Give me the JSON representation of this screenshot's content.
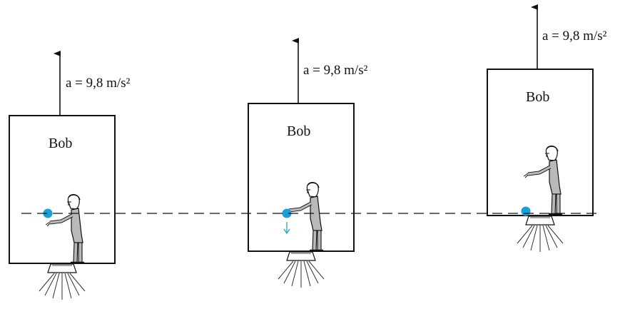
{
  "frames": [
    {
      "acceleration_label": "a = 9,8 m/s²",
      "person_label": "Bob"
    },
    {
      "acceleration_label": "a = 9,8 m/s²",
      "person_label": "Bob"
    },
    {
      "acceleration_label": "a = 9,8 m/s²",
      "person_label": "Bob"
    }
  ],
  "colors": {
    "ball": "#1a9fd8",
    "outline": "#111111",
    "person_fill": "#b9b9b9"
  },
  "icons": {
    "ball": "ball-icon",
    "person": "person-icon",
    "thruster": "thruster-icon",
    "arrow": "acceleration-arrow-icon"
  }
}
